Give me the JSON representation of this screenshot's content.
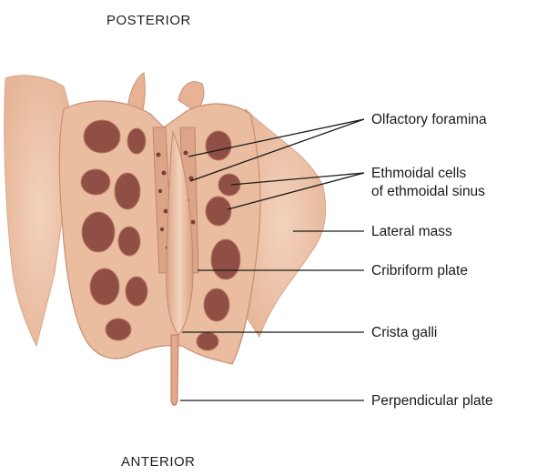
{
  "orientation": {
    "top": "POSTERIOR",
    "bottom": "ANTERIOR"
  },
  "labels": {
    "olfactory_foramina": "Olfactory foramina",
    "ethmoidal_cells_line1": "Ethmoidal cells",
    "ethmoidal_cells_line2": "of ethmoidal sinus",
    "lateral_mass": "Lateral mass",
    "cribriform_plate": "Cribriform plate",
    "crista_galli": "Crista galli",
    "perpendicular_plate": "Perpendicular plate"
  },
  "colors": {
    "bone_light": "#efc8ae",
    "bone_mid": "#e2a98b",
    "bone_dark": "#b97a63",
    "cavity": "#8f4f45",
    "leader_line": "#1a1a1a"
  }
}
